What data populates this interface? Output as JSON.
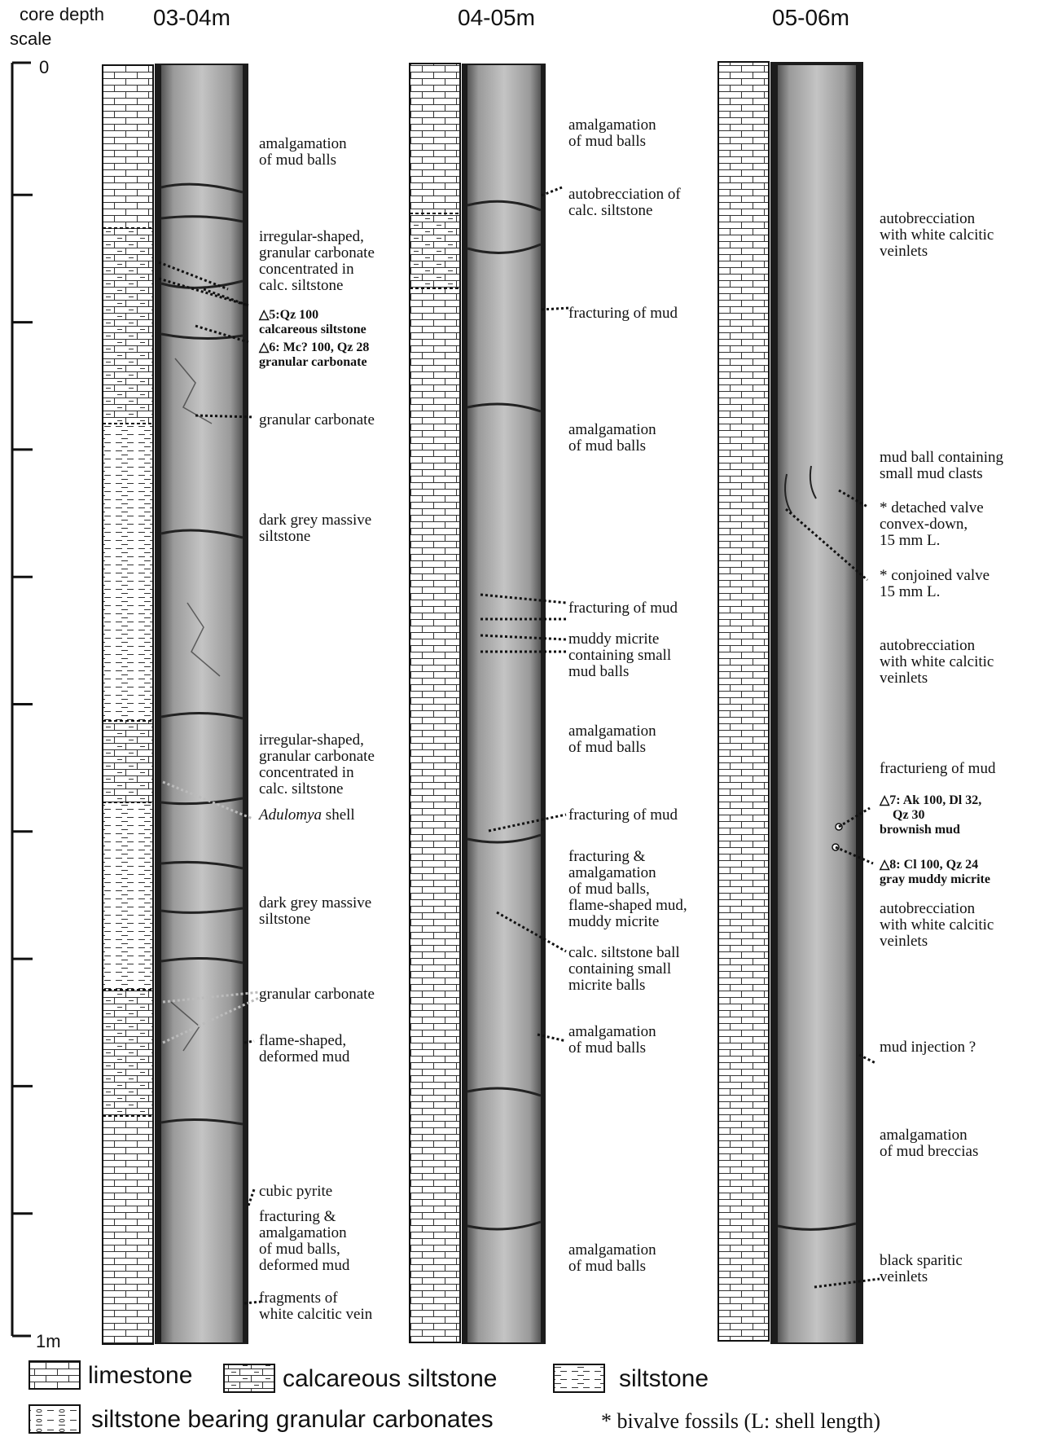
{
  "scale": {
    "label_line1": "core depth",
    "label_line2": "scale",
    "top_label": "0",
    "bottom_label": "1m"
  },
  "columns": [
    {
      "header": "03-04m",
      "annotations": [
        {
          "text": "amalgamation\nof mud balls",
          "depth": 0.05
        },
        {
          "text": "irregular-shaped,\ngranular carbonate\nconcentrated in\ncalc. siltstone",
          "depth": 0.124
        },
        {
          "text": "△5:Qz 100\ncalcareous siltstone",
          "depth": 0.187,
          "small": true
        },
        {
          "text": "△6: Mc? 100, Qz 28\ngranular carbonate",
          "depth": 0.213,
          "small": true
        },
        {
          "text": "granular carbonate",
          "depth": 0.27
        },
        {
          "text": "dark grey massive\nsiltstone",
          "depth": 0.35
        },
        {
          "text": "irregular-shaped,\ngranular carbonate\nconcentrated in\ncalc. siltstone",
          "depth": 0.525
        },
        {
          "text": "Adulomya shell",
          "depth": 0.585,
          "italic_word": "Adulomya"
        },
        {
          "text": "dark grey massive\nsiltstone",
          "depth": 0.655
        },
        {
          "text": "granular carbonate",
          "depth": 0.728
        },
        {
          "text": "flame-shaped,\ndeformed mud",
          "depth": 0.765
        },
        {
          "text": "cubic pyrite",
          "depth": 0.885
        },
        {
          "text": "fracturing &\namalgamation\nof mud balls,\ndeformed mud",
          "depth": 0.905
        },
        {
          "text": "fragments of\nwhite calcitic vein",
          "depth": 0.97
        }
      ]
    },
    {
      "header": "04-05m",
      "annotations": [
        {
          "text": "amalgamation\nof mud balls",
          "depth": 0.035
        },
        {
          "text": "autobrecciation of\ncalc. siltstone",
          "depth": 0.09
        },
        {
          "text": "fracturing of mud",
          "depth": 0.185
        },
        {
          "text": "amalgamation\nof mud balls",
          "depth": 0.278
        },
        {
          "text": "fracturing of mud",
          "depth": 0.42
        },
        {
          "text": "muddy micrite\ncontaining small\nmud balls",
          "depth": 0.445
        },
        {
          "text": "amalgamation\nof mud balls",
          "depth": 0.518
        },
        {
          "text": "fracturing of mud",
          "depth": 0.585
        },
        {
          "text": "fracturing &\namalgamation\nof mud balls,\nflame-shaped mud,\nmuddy micrite",
          "depth": 0.618
        },
        {
          "text": "calc. siltstone ball\ncontaining small\nmicrite balls",
          "depth": 0.695
        },
        {
          "text": "amalgamation\nof mud balls",
          "depth": 0.758
        },
        {
          "text": "amalgamation\nof mud balls",
          "depth": 0.932
        }
      ]
    },
    {
      "header": "05-06m",
      "annotations": [
        {
          "text": "autobrecciation\nwith white calcitic\nveinlets",
          "depth": 0.11
        },
        {
          "text": "mud ball containing\nsmall mud clasts",
          "depth": 0.3
        },
        {
          "text": "* detached valve\nconvex-down,\n15 mm L.",
          "depth": 0.34
        },
        {
          "text": "* conjoined valve\n15 mm L.",
          "depth": 0.394
        },
        {
          "text": "autobrecciation\nwith white calcitic\nveinlets",
          "depth": 0.45
        },
        {
          "text": "fracturieng of mud",
          "depth": 0.548
        },
        {
          "text": "△7: Ak 100, Dl 32,\n    Qz 30\nbrownish mud",
          "depth": 0.574,
          "small": true
        },
        {
          "text": "△8: Cl 100, Qz 24\ngray muddy micrite",
          "depth": 0.625,
          "small": true
        },
        {
          "text": "autobrecciation\nwith white calcitic\nveinlets",
          "depth": 0.66
        },
        {
          "text": "mud injection ?",
          "depth": 0.77
        },
        {
          "text": "amalgamation\nof mud breccias",
          "depth": 0.84
        },
        {
          "text": "black sparitic\nveinlets",
          "depth": 0.94
        }
      ]
    }
  ],
  "legend": {
    "limestone": "limestone",
    "calcareous_siltstone": "calcareous siltstone",
    "siltstone": "siltstone",
    "siltstone_granular": "siltstone bearing granular carbonates",
    "bivalve_note": "* bivalve fossils (L: shell length)"
  },
  "colors": {
    "ink": "#111111",
    "core_dark": "#1c1c1c",
    "core_mid": "#8a8a8a",
    "core_light": "#b9b9b9"
  }
}
